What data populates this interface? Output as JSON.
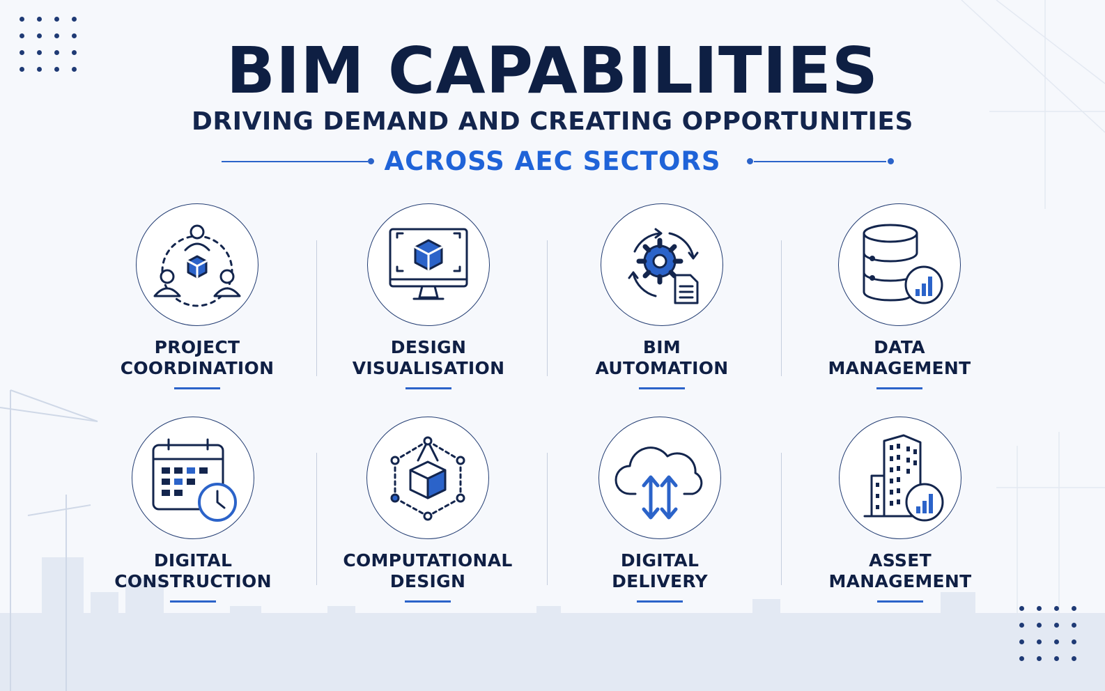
{
  "header": {
    "title": "BIM CAPABILITIES",
    "subtitle": "DRIVING DEMAND AND CREATING OPPORTUNITIES",
    "tagline": "ACROSS AEC SECTORS"
  },
  "colors": {
    "navy": "#0e1f43",
    "accent_blue": "#1f63d8",
    "background": "#f6f8fc"
  },
  "capabilities": [
    {
      "line1": "PROJECT",
      "line2": "COORDINATION",
      "icon": "team-coordination-icon"
    },
    {
      "line1": "DESIGN",
      "line2": "VISUALISATION",
      "icon": "monitor-cube-icon"
    },
    {
      "line1": "BIM",
      "line2": "AUTOMATION",
      "icon": "gear-cycle-icon"
    },
    {
      "line1": "DATA",
      "line2": "MANAGEMENT",
      "icon": "database-chart-icon"
    },
    {
      "line1": "DIGITAL",
      "line2": "CONSTRUCTION",
      "icon": "calendar-clock-icon"
    },
    {
      "line1": "COMPUTATIONAL",
      "line2": "DESIGN",
      "icon": "network-cube-icon"
    },
    {
      "line1": "DIGITAL",
      "line2": "DELIVERY",
      "icon": "cloud-transfer-icon"
    },
    {
      "line1": "ASSET",
      "line2": "MANAGEMENT",
      "icon": "building-chart-icon"
    }
  ]
}
